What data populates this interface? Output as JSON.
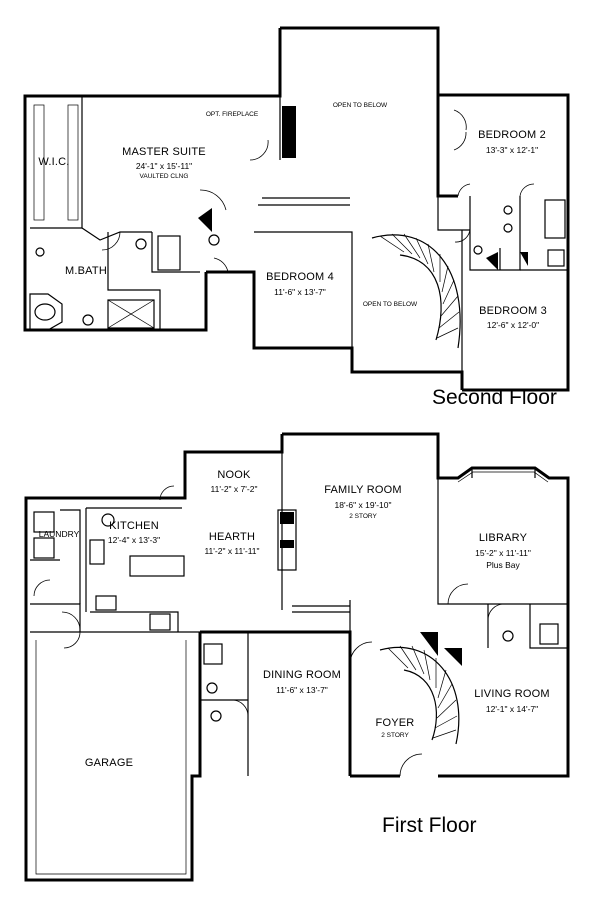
{
  "second_floor": {
    "title": "Second Floor",
    "rooms": {
      "master_suite": {
        "name": "MASTER SUITE",
        "dims": "24'-1\" x 15'-11\"",
        "note": "VAULTED CLNG"
      },
      "opt_fireplace": "OPT. FIREPLACE",
      "open_to_below_top": "OPEN TO BELOW",
      "bedroom2": {
        "name": "BEDROOM 2",
        "dims": "13'-3\" x 12'-1\""
      },
      "wic": "W.I.C.",
      "mbath": "M.BATH",
      "bedroom4": {
        "name": "BEDROOM 4",
        "dims": "11'-6\" x 13'-7\""
      },
      "open_to_below_stair": "OPEN TO BELOW",
      "bedroom3": {
        "name": "BEDROOM 3",
        "dims": "12'-6\" x 12'-0\""
      }
    }
  },
  "first_floor": {
    "title": "First Floor",
    "rooms": {
      "nook": {
        "name": "NOOK",
        "dims": "11'-2\" x 7'-2\""
      },
      "family_room": {
        "name": "FAMILY ROOM",
        "dims": "18'-6\" x 19'-10\"",
        "note": "2 STORY"
      },
      "laundry": "LAUNDRY",
      "kitchen": {
        "name": "KITCHEN",
        "dims": "12'-4\" x 13'-3\""
      },
      "hearth": {
        "name": "HEARTH",
        "dims": "11'-2\" x 11'-11\""
      },
      "library": {
        "name": "LIBRARY",
        "dims": "15'-2\" x 11'-11\"",
        "note": "Plus Bay"
      },
      "dining_room": {
        "name": "DINING ROOM",
        "dims": "11'-6\" x 13'-7\""
      },
      "living_room": {
        "name": "LIVING ROOM",
        "dims": "12'-1\" x 14'-7\""
      },
      "garage": "GARAGE",
      "foyer": {
        "name": "FOYER",
        "note": "2 STORY"
      }
    }
  }
}
